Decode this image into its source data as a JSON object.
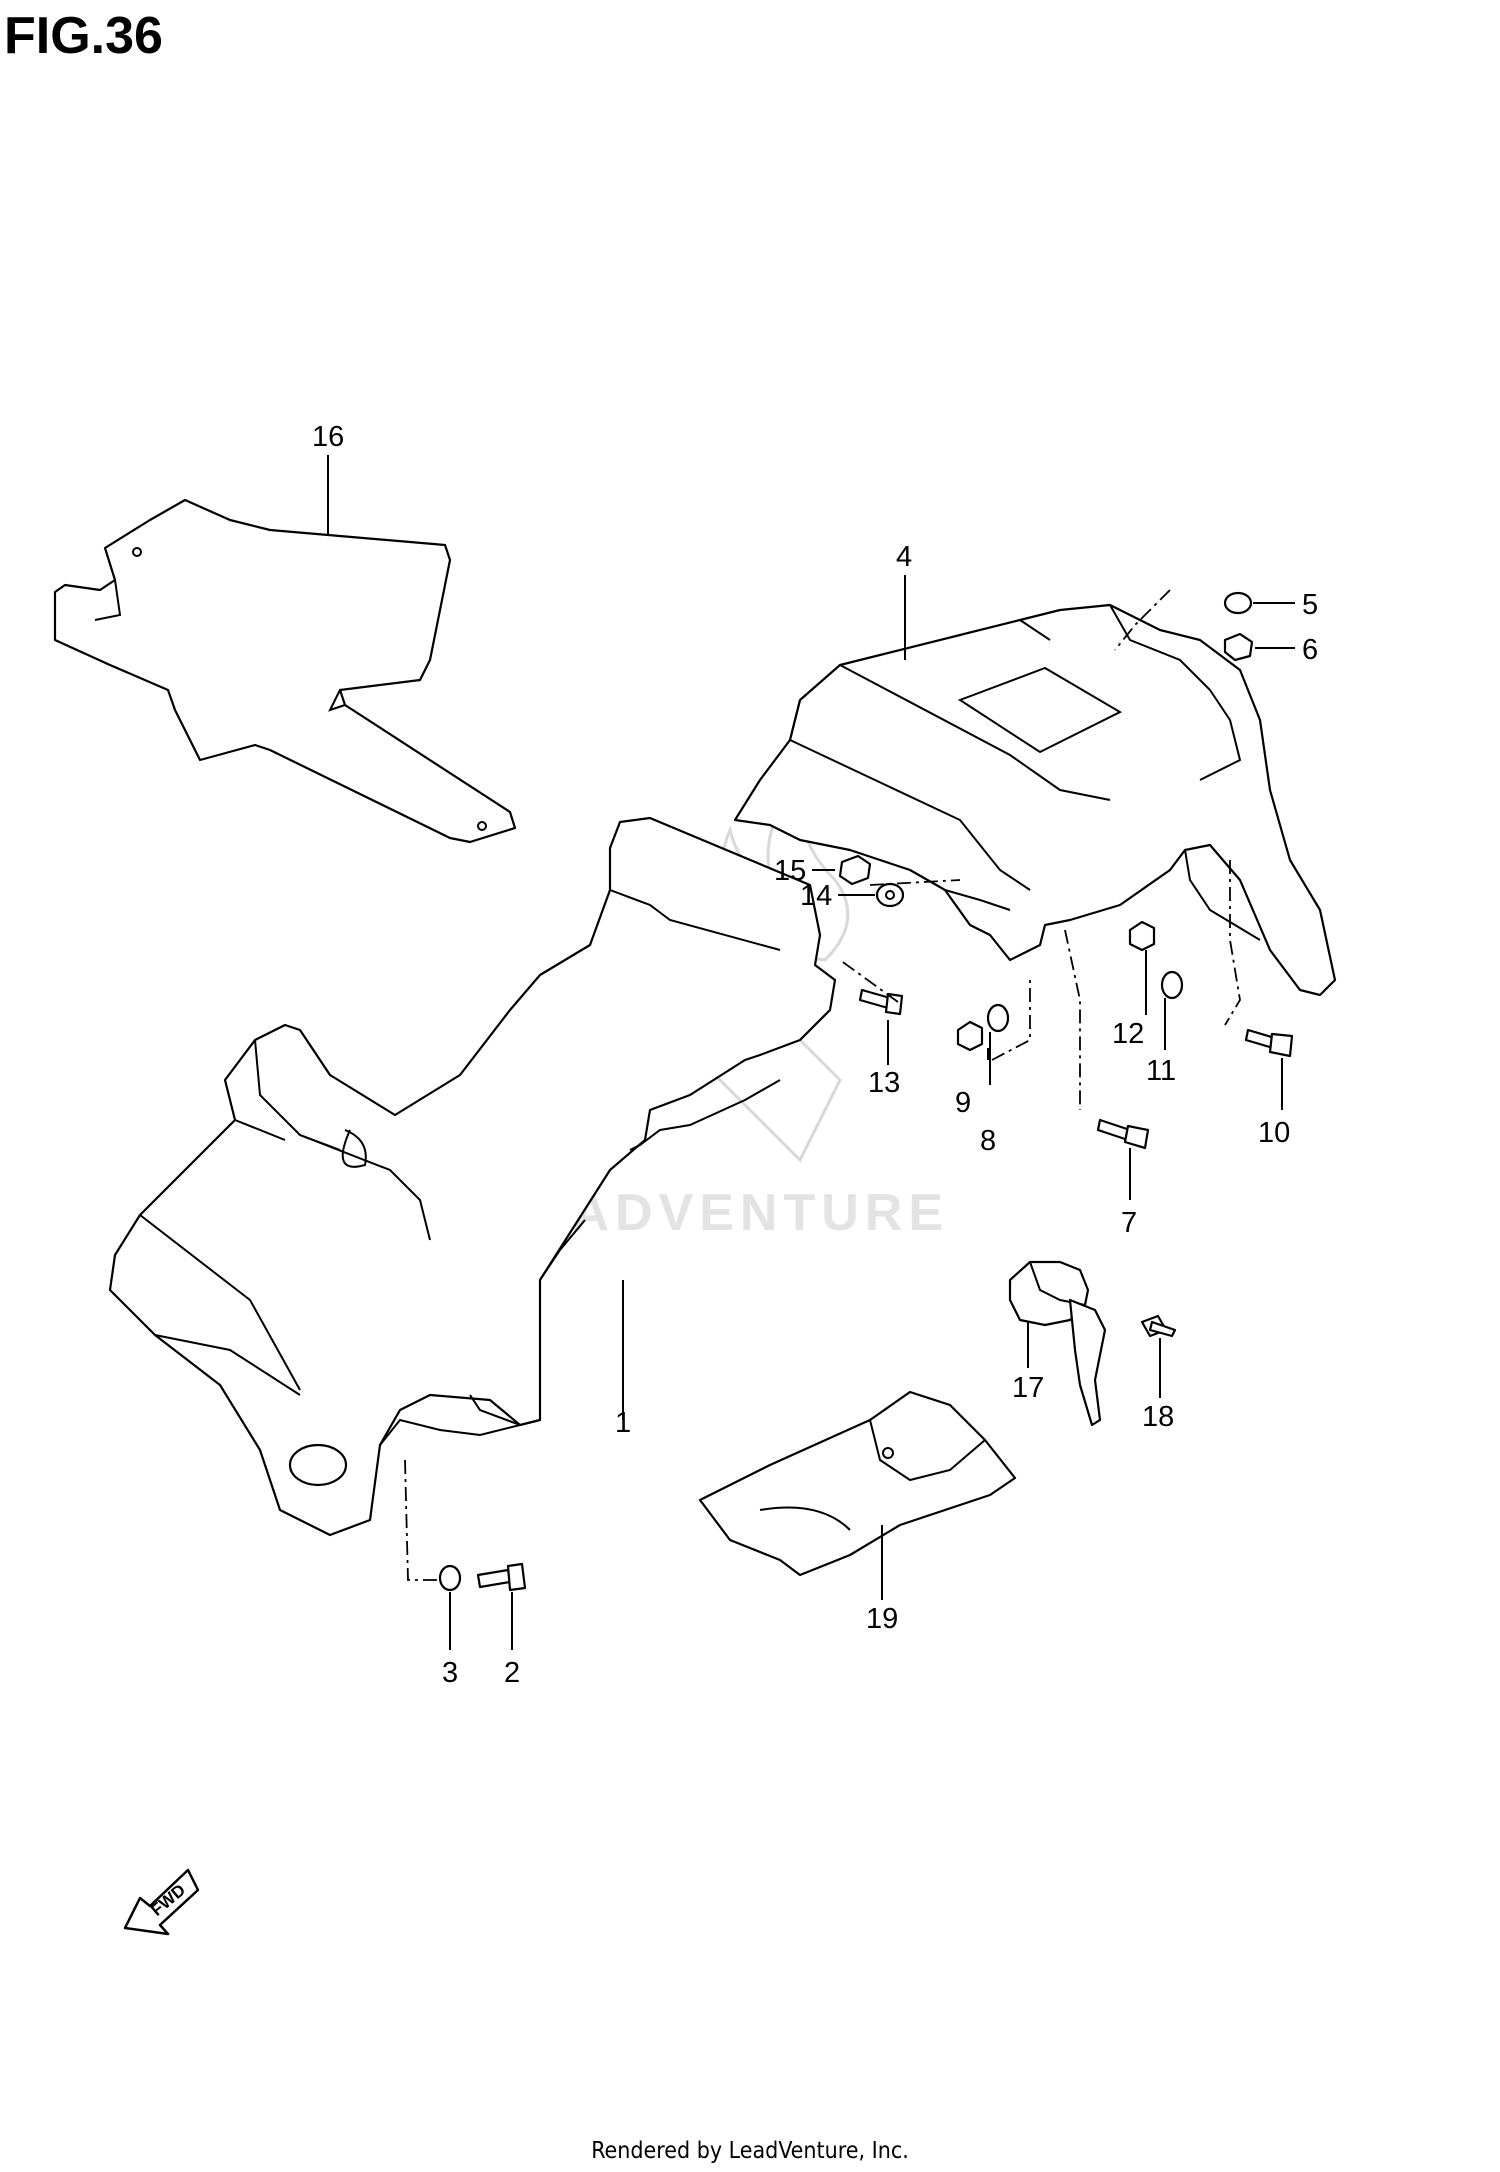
{
  "figure": {
    "title": "FIG.36"
  },
  "watermark": {
    "text": "LEADVENTURE"
  },
  "direction": {
    "label": "FWD"
  },
  "callouts": [
    "1",
    "2",
    "3",
    "4",
    "5",
    "6",
    "7",
    "8",
    "9",
    "10",
    "11",
    "12",
    "13",
    "14",
    "15",
    "16",
    "17",
    "18",
    "19"
  ],
  "footer": {
    "text": "Rendered by LeadVenture, Inc."
  }
}
